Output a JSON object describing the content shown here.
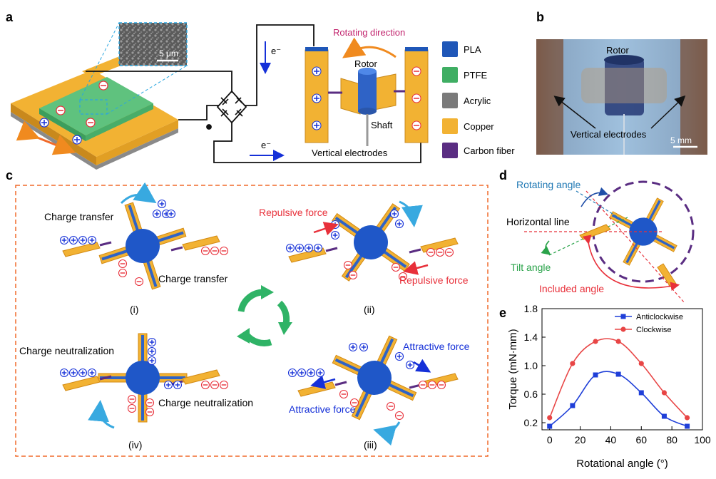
{
  "panels": {
    "a": "a",
    "b": "b",
    "c": "c",
    "d": "d",
    "e": "e"
  },
  "panel_a": {
    "scale_bar": "5 μm",
    "electron_1": "e⁻",
    "electron_2": "e⁻",
    "rotating_direction": "Rotating direction",
    "rotor": "Rotor",
    "shaft": "Shaft",
    "vertical_electrodes": "Vertical electrodes",
    "legend": [
      {
        "label": "PLA",
        "color": "#1f57b8"
      },
      {
        "label": "PTFE",
        "color": "#3fae63"
      },
      {
        "label": "Acrylic",
        "color": "#7a7a7a"
      },
      {
        "label": "Copper",
        "color": "#f2b233"
      },
      {
        "label": "Carbon fiber",
        "color": "#5a2d82"
      }
    ]
  },
  "panel_b": {
    "rotor": "Rotor",
    "vertical_electrodes": "Vertical electrodes",
    "scale_bar": "5 mm"
  },
  "panel_c": {
    "charge_transfer_1": "Charge transfer",
    "charge_transfer_2": "Charge transfer",
    "repulsive_1": "Repulsive force",
    "repulsive_2": "Repulsive force",
    "neutral_1": "Charge neutralization",
    "neutral_2": "Charge neutralization",
    "attractive_1": "Attractive force",
    "attractive_2": "Attractive force",
    "steps": [
      "(i)",
      "(ii)",
      "(iii)",
      "(iv)"
    ]
  },
  "panel_d": {
    "rotating_angle": "Rotating angle",
    "horizontal_line": "Horizontal line",
    "tilt_angle": "Tilt angle",
    "included_angle": "Included angle"
  },
  "chart_data": {
    "type": "line",
    "xlabel": "Rotational angle (°)",
    "ylabel": "Torque (mN·mm)",
    "xlim": [
      -5,
      100
    ],
    "ylim": [
      0.1,
      1.8
    ],
    "xticks": [
      0,
      20,
      40,
      60,
      80,
      100
    ],
    "yticks": [
      0.2,
      0.6,
      1.0,
      1.4,
      1.8
    ],
    "ytick_labels": [
      "0.2",
      "0.6",
      "1.0",
      "1.4",
      "1.8"
    ],
    "legend_position": "top-right",
    "series": [
      {
        "name": "Anticlockwise",
        "color": "#1f3fd8",
        "marker": "square",
        "x": [
          0,
          15,
          30,
          45,
          60,
          75,
          90
        ],
        "y": [
          0.15,
          0.44,
          0.87,
          0.88,
          0.62,
          0.29,
          0.15
        ]
      },
      {
        "name": "Clockwise",
        "color": "#e84545",
        "marker": "circle",
        "x": [
          0,
          15,
          30,
          45,
          60,
          75,
          90
        ],
        "y": [
          0.27,
          1.03,
          1.34,
          1.34,
          1.03,
          0.62,
          0.27
        ]
      }
    ]
  }
}
